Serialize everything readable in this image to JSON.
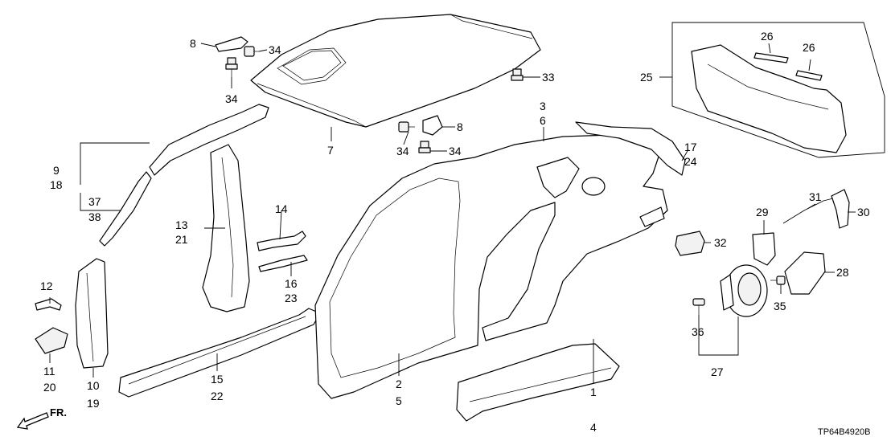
{
  "diagram": {
    "code": "TP64B4920B",
    "direction_label": "FR.",
    "labels": {
      "l1": "1",
      "l2": "2",
      "l3": "3",
      "l4": "4",
      "l5": "5",
      "l6": "6",
      "l7": "7",
      "l8a": "8",
      "l8b": "8",
      "l9": "9",
      "l10": "10",
      "l11": "11",
      "l12": "12",
      "l13": "13",
      "l14": "14",
      "l15": "15",
      "l16": "16",
      "l17": "17",
      "l18": "18",
      "l19": "19",
      "l20": "20",
      "l21": "21",
      "l22": "22",
      "l23": "23",
      "l24": "24",
      "l25": "25",
      "l26a": "26",
      "l26b": "26",
      "l27": "27",
      "l28": "28",
      "l29": "29",
      "l30": "30",
      "l31": "31",
      "l32": "32",
      "l33": "33",
      "l34a": "34",
      "l34b": "34",
      "l34c": "34",
      "l34d": "34",
      "l35": "35",
      "l36": "36",
      "l37": "37",
      "l38": "38"
    }
  }
}
